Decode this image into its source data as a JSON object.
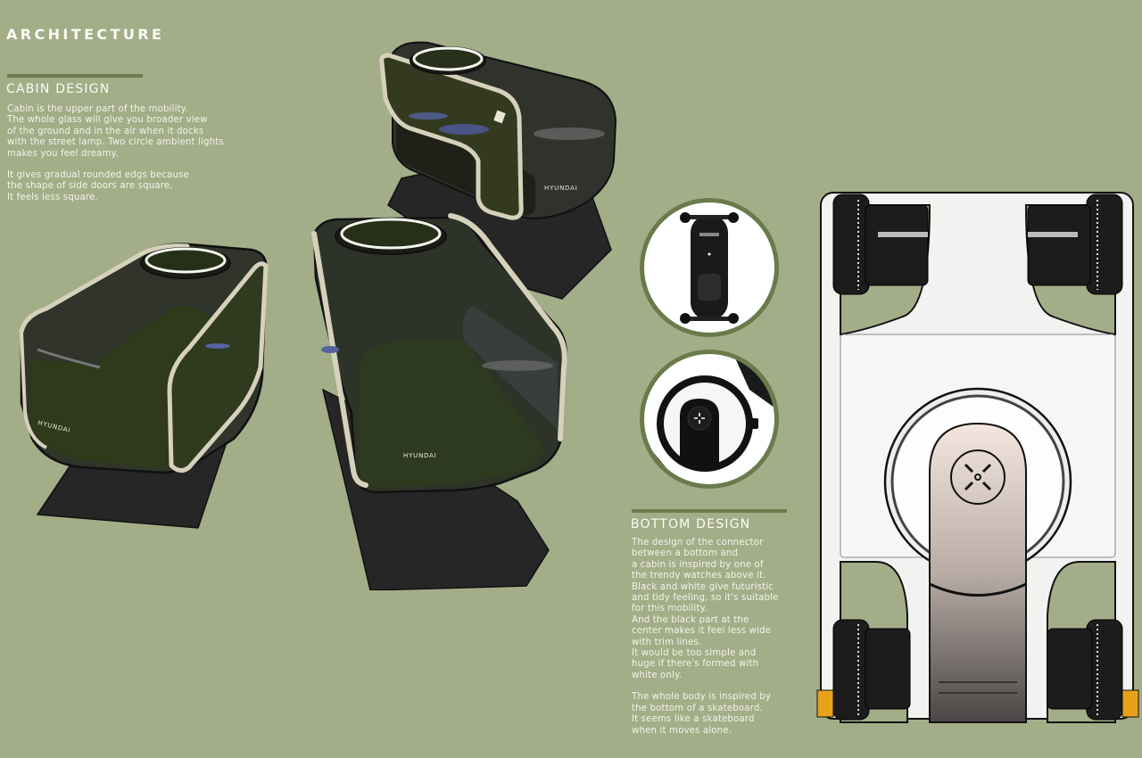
{
  "header": {
    "title": "ARCHITECTURE"
  },
  "cabin_section": {
    "title": "CABIN DESIGN",
    "paragraph_1": "Cabin is the upper part of the mobility.\nThe whole glass will give you broader view\nof the ground and in the air when it docks\nwith the street lamp. Two circle ambient lights\nmakes you feel dreamy.",
    "paragraph_2": "It gives gradual rounded edgs because\nthe shape of side doors are square.\nIt feels less square."
  },
  "bottom_section": {
    "title": "BOTTOM DESIGN",
    "paragraph_1": "The design of the connector\nbetween a bottom and\na cabin is inspired by one of\nthe trendy watches above it.\nBlack and white give futuristic\nand tidy feeling, so it's suitable\nfor this mobility.\nAnd the black part at the\ncenter makes it feel less wide\nwith trim lines.\nIt would be too simple and\nhuge if there's formed with\nwhite only.",
    "paragraph_2": "The whole body is inspired by\nthe bottom of a skateboard.\nIt seems like a skateboard\nwhen it moves alone."
  },
  "renders": {
    "cabin_top_brand": "HYUNDAI",
    "cabin_left_brand": "HYUNDAI",
    "cabin_center_brand": "HYUNDAI"
  },
  "insets": [
    {
      "name": "skateboard-reference",
      "subject": "electric longboard bottom view"
    },
    {
      "name": "watch-reference",
      "subject": "black and white wristwatch"
    }
  ],
  "colors": {
    "background": "#a3ad88",
    "accent_rule": "#6d7c4d",
    "inset_border": "#6b7a4a",
    "text": "#f4f4ec",
    "cabin_glass": "#2e3424",
    "cabin_frame": "#d8d3bd",
    "shadow": "#262626",
    "bottom_body": "#f4f4f2",
    "connector": "#b9aca4",
    "bumper": "#e8a21a"
  }
}
